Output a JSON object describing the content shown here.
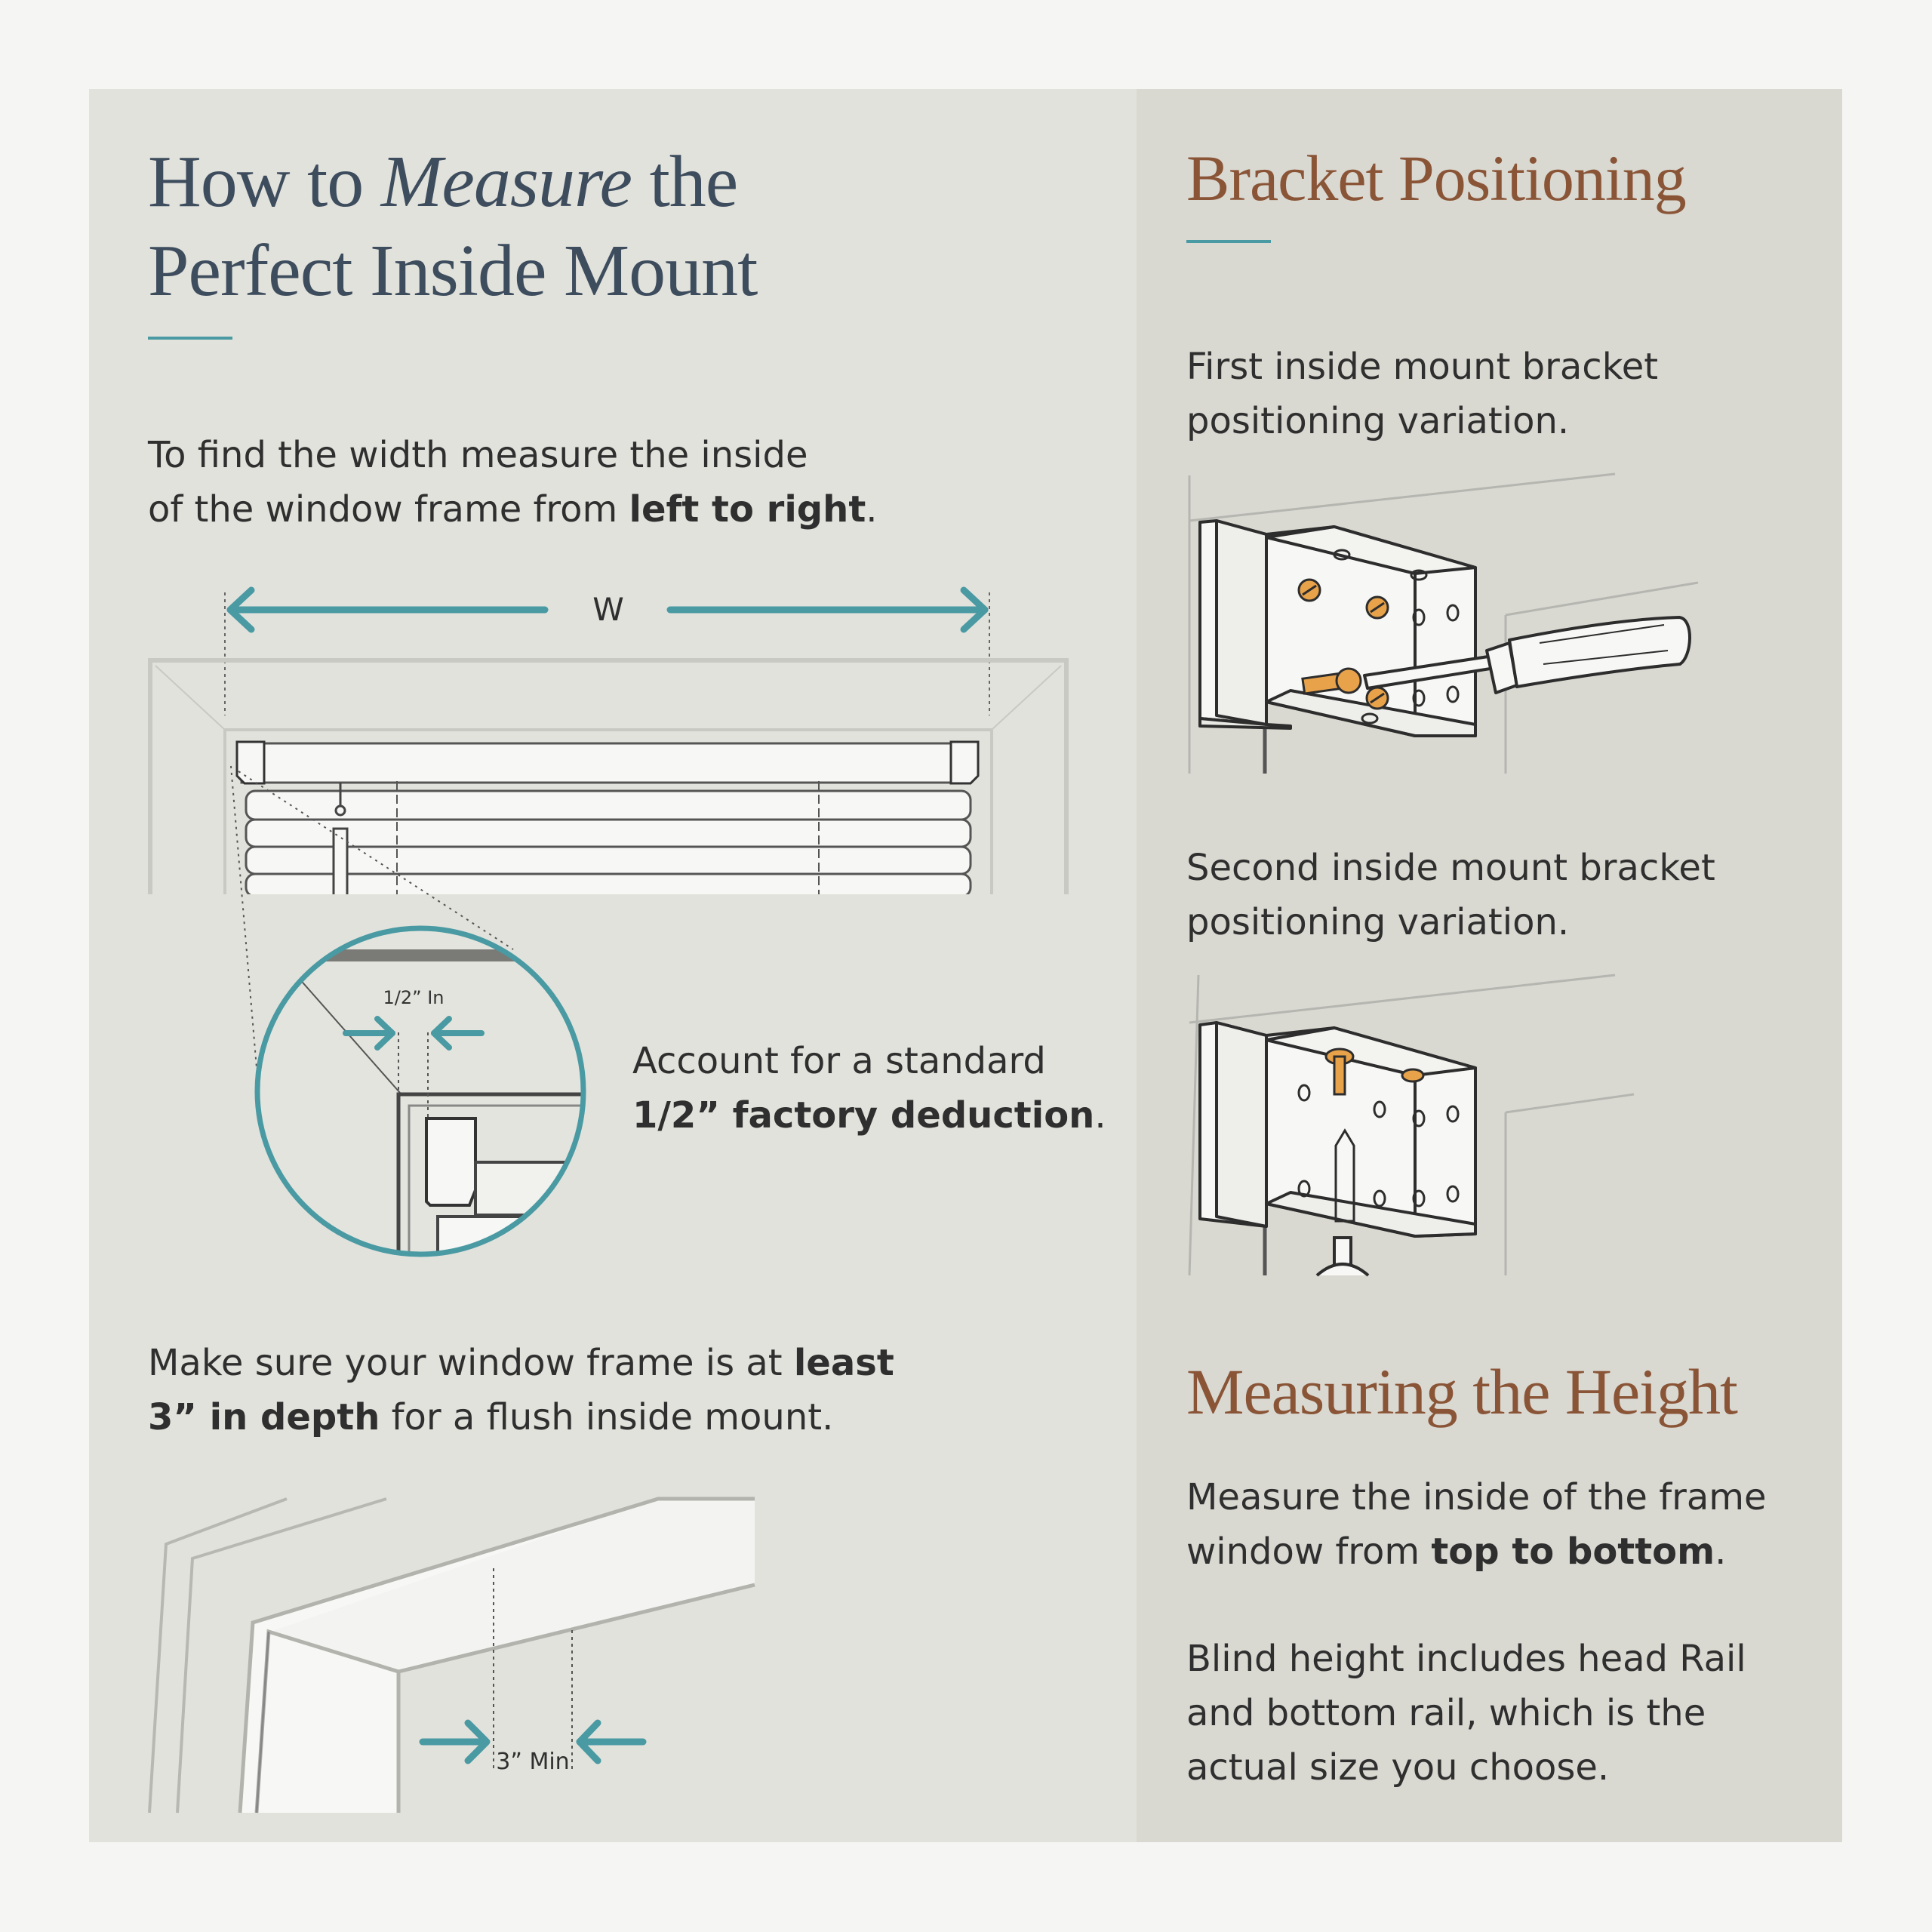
{
  "left": {
    "title": {
      "pre": "How to ",
      "em": "Measure",
      "post": " the",
      "line2": "Perfect Inside Mount"
    },
    "width_text": {
      "line1": "To find the width measure the inside",
      "line2_pre": "of the window frame from ",
      "line2_bold": "left to right",
      "line2_post": "."
    },
    "width_label": "W",
    "detail_label": "1/2” In",
    "deduction_text": {
      "line1": "Account for a standard",
      "bold": "1/2” factory deduction",
      "post": "."
    },
    "depth_text": {
      "line1_pre": "Make sure your window frame is at ",
      "line1_bold": "least",
      "line2_bold": "3” in depth",
      "line2_post": " for a flush inside mount."
    },
    "depth_label": "3” Min"
  },
  "right": {
    "bracket_title": "Bracket Positioning",
    "first_variation": {
      "line1": "First inside mount bracket",
      "line2": "positioning variation."
    },
    "second_variation": {
      "line1": "Second inside mount bracket",
      "line2": "positioning variation."
    },
    "height_title": "Measuring the Height",
    "height_text": {
      "line1": "Measure the inside of the frame",
      "line2_pre": "window from ",
      "line2_bold": "top to bottom",
      "line2_post": "."
    },
    "blind_text": {
      "line1": "Blind height includes head Rail",
      "line2": "and bottom rail, which is the",
      "line3": "actual size you choose."
    }
  },
  "colors": {
    "accent": "#4a9aa3",
    "title_slate": "#3e4d5e",
    "title_brown": "#8a5537",
    "screw_orange": "#e8a24a"
  }
}
